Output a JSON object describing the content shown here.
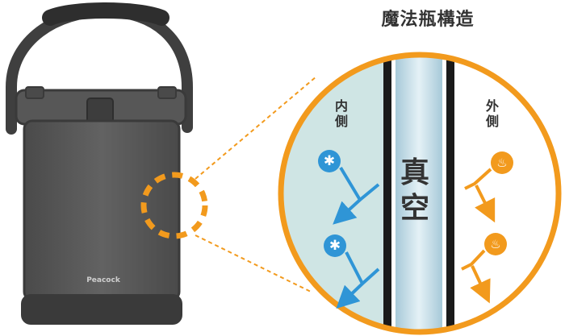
{
  "diagram": {
    "title": "魔法瓶構造",
    "inner_label": "内側",
    "outer_label": "外側",
    "vacuum_label": "真空",
    "brand": "Peacock",
    "cold_symbol": "✱",
    "heat_symbol": "♨"
  },
  "colors": {
    "accent_orange": "#F29A1D",
    "cold_blue": "#2F95D6",
    "body_gray": "#5d5d5d",
    "inner_fill": "#cfe5e4",
    "vacuum_fill": "#b9d6e3"
  }
}
